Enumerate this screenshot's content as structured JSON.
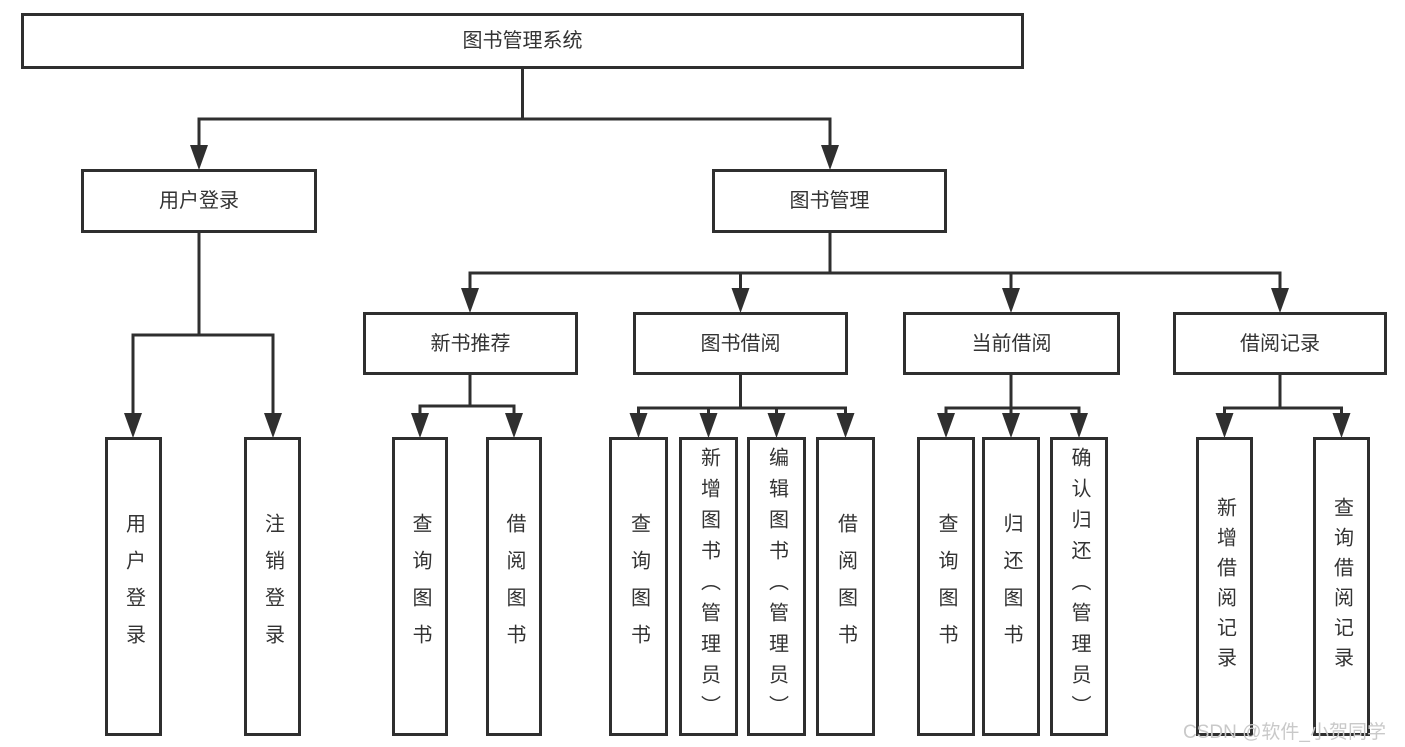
{
  "diagram": {
    "root": {
      "label": "图书管理系统"
    },
    "branches": [
      {
        "label": "用户登录",
        "children": [
          "用户登录",
          "注销登录"
        ]
      },
      {
        "label": "图书管理",
        "children": [
          {
            "label": "新书推荐",
            "children": [
              "查询图书",
              "借阅图书"
            ]
          },
          {
            "label": "图书借阅",
            "children": [
              "查询图书",
              "新增图书（管理员）",
              "编辑图书（管理员）",
              "借阅图书"
            ]
          },
          {
            "label": "当前借阅",
            "children": [
              "查询图书",
              "归还图书",
              "确认归还（管理员）"
            ]
          },
          {
            "label": "借阅记录",
            "children": [
              "新增借阅记录",
              "查询借阅记录"
            ]
          }
        ]
      }
    ]
  },
  "watermark": "CSDN @软件_小贺同学",
  "colors": {
    "line": "#2f2f2f",
    "text": "#333333",
    "background": "#ffffff",
    "watermark": "#c9c9c9"
  }
}
